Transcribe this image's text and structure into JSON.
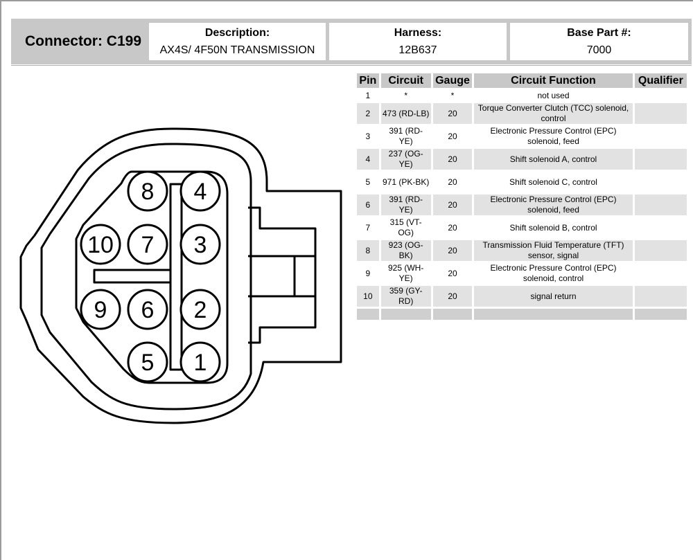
{
  "header": {
    "connector": "Connector: C199",
    "description_label": "Description:",
    "description_value": "AX4S/ 4F50N TRANSMISSION",
    "harness_label": "Harness:",
    "harness_value": "12B637",
    "base_part_label": "Base Part #:",
    "base_part_value": "7000"
  },
  "table": {
    "columns": [
      "Pin",
      "Circuit",
      "Gauge",
      "Circuit Function",
      "Qualifier"
    ],
    "rows": [
      {
        "pin": "1",
        "circuit": "*",
        "gauge": "*",
        "function": "not used",
        "qualifier": ""
      },
      {
        "pin": "2",
        "circuit": "473 (RD-LB)",
        "gauge": "20",
        "function": "Torque Converter Clutch (TCC) solenoid, control",
        "qualifier": ""
      },
      {
        "pin": "3",
        "circuit": "391 (RD-YE)",
        "gauge": "20",
        "function": "Electronic Pressure Control (EPC) solenoid, feed",
        "qualifier": ""
      },
      {
        "pin": "4",
        "circuit": "237 (OG-YE)",
        "gauge": "20",
        "function": "Shift solenoid A, control",
        "qualifier": ""
      },
      {
        "pin": "5",
        "circuit": "971 (PK-BK)",
        "gauge": "20",
        "function": "Shift solenoid C, control",
        "qualifier": ""
      },
      {
        "pin": "6",
        "circuit": "391 (RD-YE)",
        "gauge": "20",
        "function": "Electronic Pressure Control (EPC) solenoid, feed",
        "qualifier": ""
      },
      {
        "pin": "7",
        "circuit": "315 (VT-OG)",
        "gauge": "20",
        "function": "Shift solenoid B, control",
        "qualifier": ""
      },
      {
        "pin": "8",
        "circuit": "923 (OG-BK)",
        "gauge": "20",
        "function": "Transmission Fluid Temperature (TFT) sensor, signal",
        "qualifier": ""
      },
      {
        "pin": "9",
        "circuit": "925 (WH-YE)",
        "gauge": "20",
        "function": "Electronic Pressure Control (EPC) solenoid, control",
        "qualifier": ""
      },
      {
        "pin": "10",
        "circuit": "359 (GY-RD)",
        "gauge": "20",
        "function": "signal return",
        "qualifier": ""
      }
    ]
  },
  "diagram": {
    "pins": [
      "1",
      "2",
      "3",
      "4",
      "5",
      "6",
      "7",
      "8",
      "9",
      "10"
    ]
  }
}
